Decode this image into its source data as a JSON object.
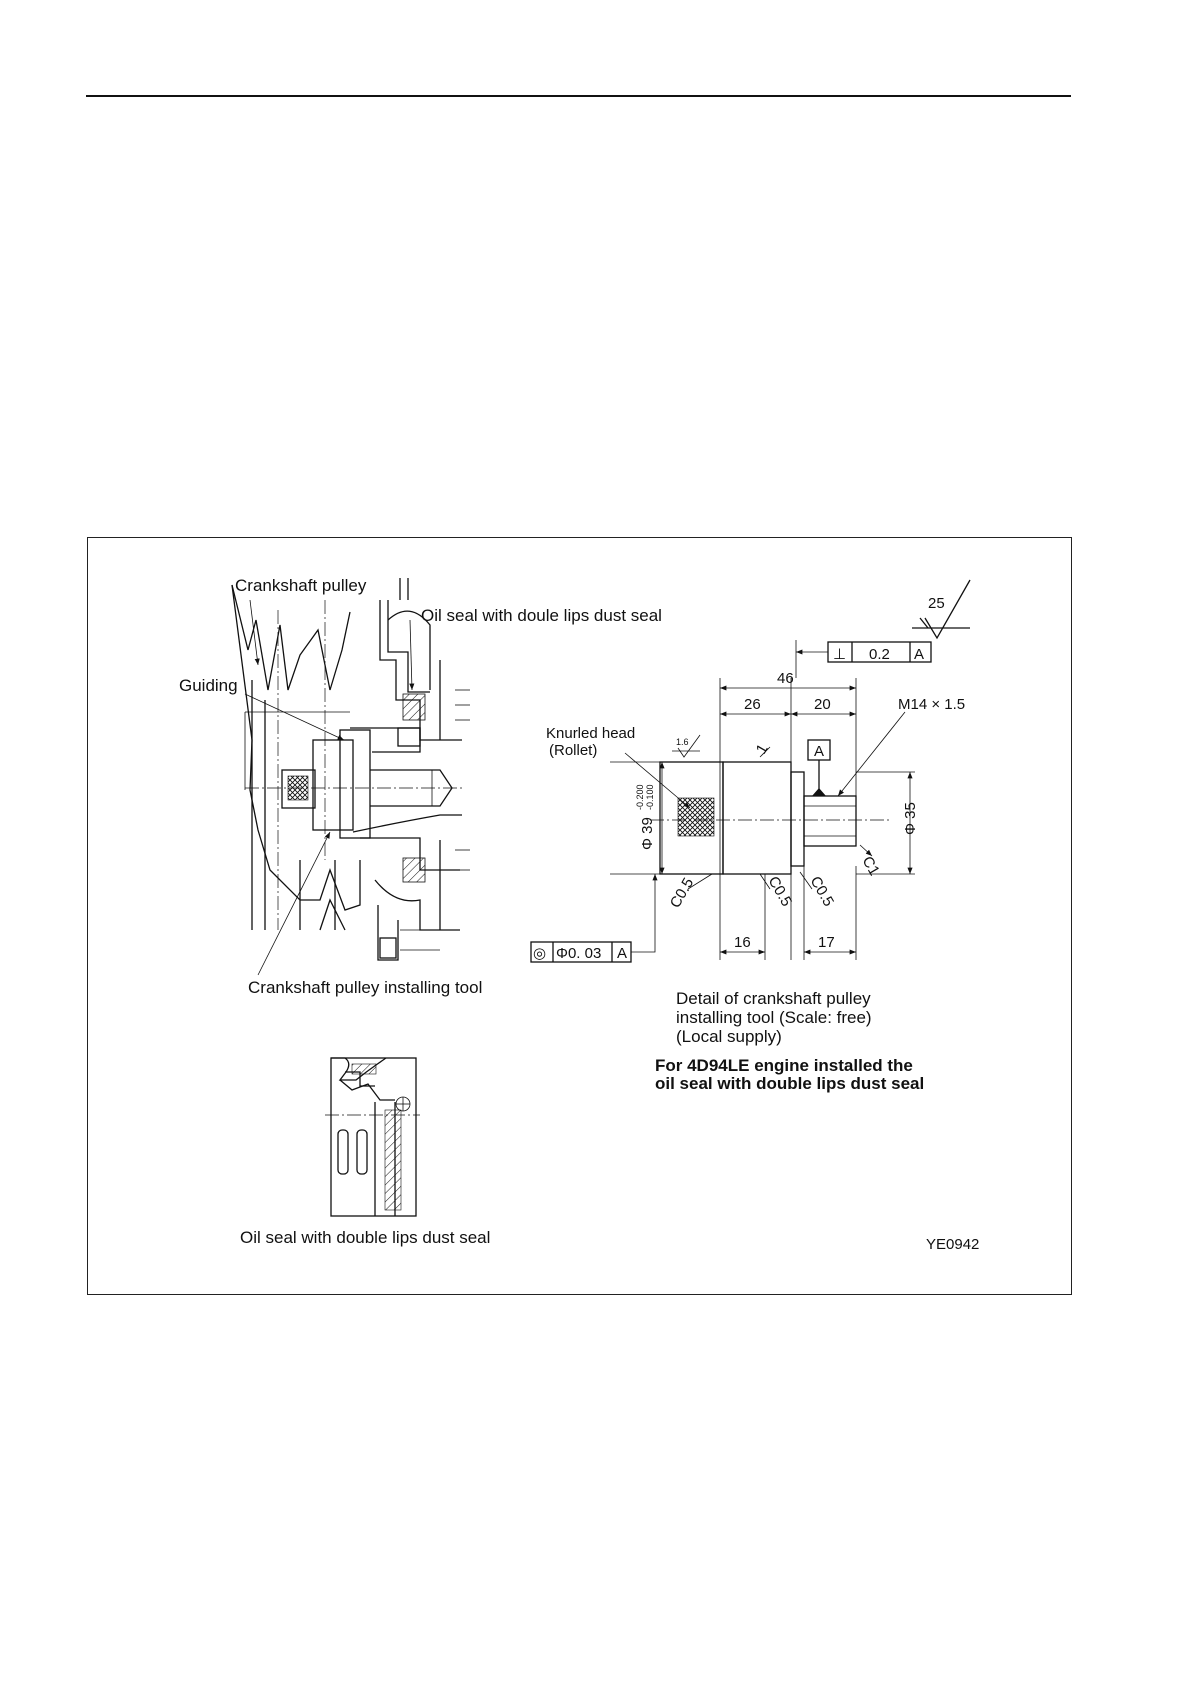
{
  "figure": {
    "id_label": "YE0942",
    "assembly": {
      "crankshaft_pulley": "Crankshaft pulley",
      "oil_seal_top": "Oil seal with doule lips dust seal",
      "guiding": "Guiding",
      "installing_tool": "Crankshaft pulley installing tool"
    },
    "detail": {
      "surface_finish_main": "25",
      "surface_finish_small": "1.6",
      "perpendicularity": {
        "symbol": "⊥",
        "value": "0.2",
        "datum": "A"
      },
      "datum_label": "A",
      "knurled_head_line1": "Knurled head",
      "knurled_head_line2": "(Rollet)",
      "thread": "M14 × 1.5",
      "dim_overall": "46",
      "dim_left": "26",
      "dim_right": "20",
      "dim_16": "16",
      "dim_17": "17",
      "chamfer_1": "1",
      "chamfer_c1": "C1",
      "chamfer_c05": "C0.5",
      "diameter_39": "Φ 39",
      "tol_upper": "-0.200",
      "tol_lower": "-0.100",
      "diameter_35": "Φ 35",
      "concentricity": {
        "symbol": "◎",
        "value": "Φ0. 03",
        "datum": "A"
      },
      "caption_line1": "Detail of crankshaft pulley",
      "caption_line2": "installing tool (Scale: free)",
      "caption_line3": "(Local supply)"
    },
    "note_line1": "For 4D94LE engine installed the",
    "note_line2": "oil seal with double lips dust seal",
    "seal_caption": "Oil seal with double lips dust seal"
  }
}
